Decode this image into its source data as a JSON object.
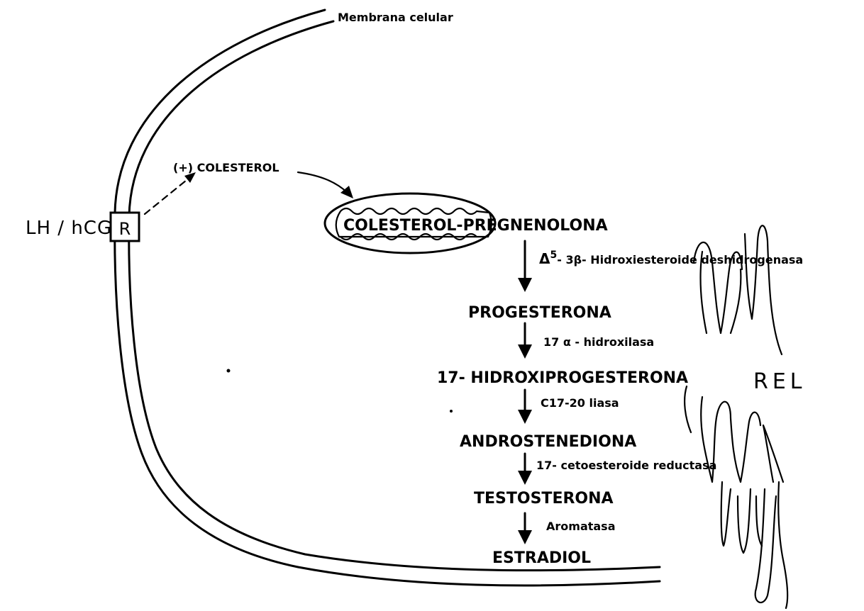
{
  "membrane_label": "Membrana celular",
  "hormone_label": "LH / hCG",
  "receptor_label": "R",
  "stimulus_label": "(+) COLESTEROL",
  "mitochondria_label": "COLESTEROL-PREGNENOLONA",
  "enzyme_1": {
    "prefix": "Δ",
    "sup": "5",
    "rest": "- 3β- Hidroxiesteroide deshidrogenasa"
  },
  "product_1": "PROGESTERONA",
  "enzyme_2": "17 α - hidroxilasa",
  "product_2": "17- HIDROXIPROGESTERONA",
  "enzyme_3": "C17-20 liasa",
  "product_3": "ANDROSTENEDIONA",
  "enzyme_4": "17- cetoesteroide reductasa",
  "product_4": "TESTOSTERONA",
  "enzyme_5": "Aromatasa",
  "product_5": "ESTRADIOL",
  "rel_label": "REL"
}
